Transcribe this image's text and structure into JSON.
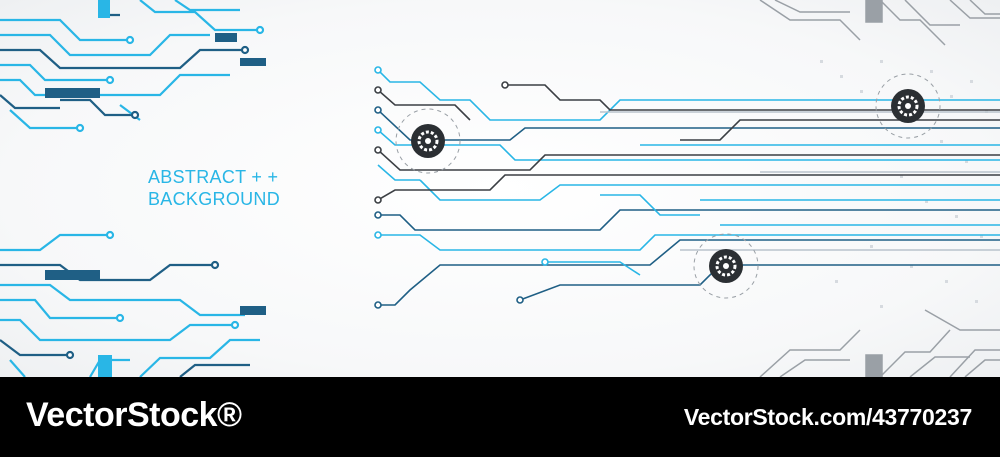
{
  "artwork": {
    "headline_line1": "ABSTRACT + +",
    "headline_line2": "BACKGROUND",
    "colors": {
      "light_blue": "#29b6e6",
      "dark_blue": "#1f5f85",
      "gray": "#8a8f95",
      "dark_gray": "#3b3f44"
    },
    "icons": [
      "gear-icon",
      "gear-icon",
      "gear-icon"
    ]
  },
  "footer": {
    "brand": "VectorStock®",
    "stock_id": "VectorStock.com/43770237"
  }
}
